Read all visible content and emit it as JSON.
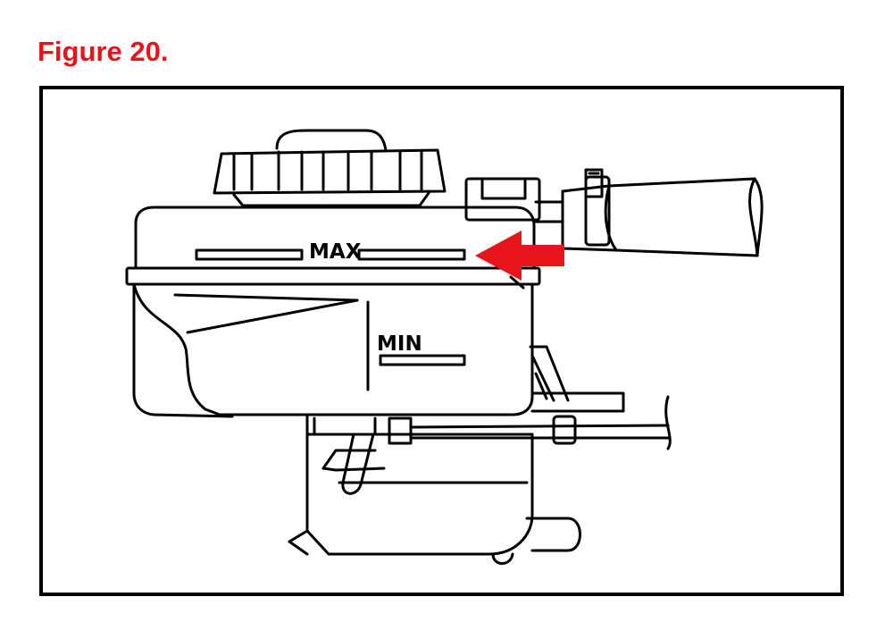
{
  "figure": {
    "title": "Figure 20.",
    "title_color": "#e8141b"
  },
  "diagram": {
    "max_label": "MAX",
    "min_label": "MIN",
    "arrow_color": "#e8141b",
    "line_color": "#000000"
  }
}
